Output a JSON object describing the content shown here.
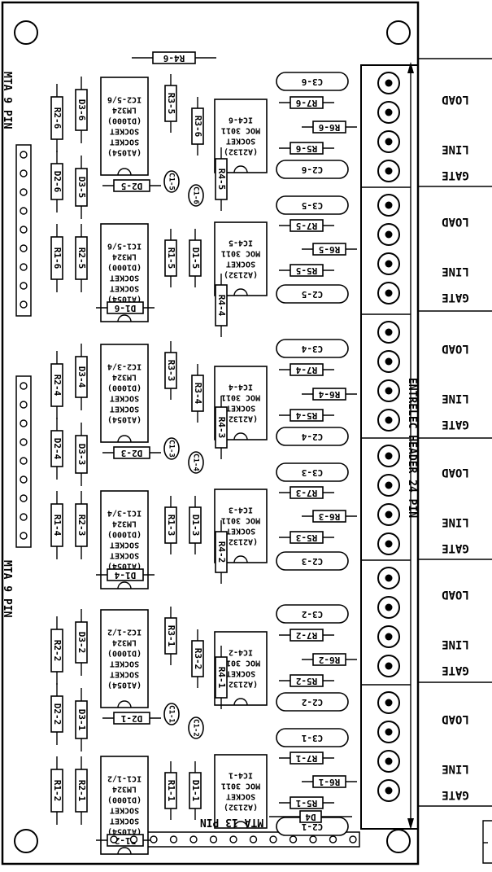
{
  "labels": {
    "mta_9_pin": "MTA 9 PIN",
    "mta_13_pin": "MTA 13 PIN",
    "entrelec": "ENTRELEC HEADER 24 PIN",
    "load": "LOAD",
    "line": "LINE",
    "gate": "GATE",
    "r4_6": "R4-6",
    "d4": "D4",
    "r4_5": "R4-5",
    "r4_4": "R4-4",
    "r4_3": "R4-3",
    "r4_2": "R4-2",
    "r4_1": "R4-1"
  },
  "ic_text": {
    "lm324": "LM324",
    "d1000": "(D1000)",
    "socket": "SOCKET",
    "a1054": "(A1054)",
    "moc3011": "MOC 3011",
    "a2132": "(A2132)"
  },
  "stages": [
    {
      "r2": "R2-6",
      "d3a": "D3-6",
      "d2": "D2-6",
      "d3b": "D3-5",
      "r1": "R1-6",
      "r2b": "R2-5",
      "ic2": "IC2-5/6",
      "ic1": "IC1-5/6",
      "r3a": "R3-5",
      "r3b": "R3-6",
      "ds": "D2-5",
      "c1a": "C1-5",
      "c1b": "C1-6",
      "r1b": "R1-5",
      "d1": "D1-5",
      "d1h": "D1-6",
      "ic4a": "IC4-6",
      "ic4b": "IC4-5",
      "c3a": "C3-6",
      "r7a": "R7-6",
      "r6a": "R6-6",
      "r5a": "R5-6",
      "c2a": "C2-6",
      "c3b": "C3-5",
      "r7b": "R7-5",
      "r6b": "R6-5",
      "r5b": "R5-5",
      "c2b": "C2-5"
    },
    {
      "r2": "R2-4",
      "d3a": "D3-4",
      "d2": "D2-4",
      "d3b": "D3-3",
      "r1": "R1-4",
      "r2b": "R2-3",
      "ic2": "IC2-3/4",
      "ic1": "IC1-3/4",
      "r3a": "R3-3",
      "r3b": "R3-4",
      "ds": "D2-3",
      "c1a": "C1-3",
      "c1b": "C1-4",
      "r1b": "R1-3",
      "d1": "D1-3",
      "d1h": "D1-4",
      "ic4a": "IC4-4",
      "ic4b": "IC4-3",
      "c3a": "C3-4",
      "r7a": "R7-4",
      "r6a": "R6-4",
      "r5a": "R5-4",
      "c2a": "C2-4",
      "c3b": "C3-3",
      "r7b": "R7-3",
      "r6b": "R6-3",
      "r5b": "R5-3",
      "c2b": "C2-3"
    },
    {
      "r2": "R2-2",
      "d3a": "D3-2",
      "d2": "D2-2",
      "d3b": "D3-1",
      "r1": "R1-2",
      "r2b": "R2-1",
      "ic2": "IC2-1/2",
      "ic1": "IC1-1/2",
      "r3a": "R3-1",
      "r3b": "R3-2",
      "ds": "D2-1",
      "c1a": "C1-1",
      "c1b": "C1-2",
      "r1b": "R1-1",
      "d1": "D1-1",
      "d1h": "D1-2",
      "ic4a": "IC4-2",
      "ic4b": "IC4-1",
      "c3a": "C3-2",
      "r7a": "R7-2",
      "r6a": "R6-2",
      "r5a": "R5-2",
      "c2a": "C2-2",
      "c3b": "C3-1",
      "r7b": "R7-1",
      "r6b": "R6-1",
      "r5b": "R5-1",
      "c2b": "C2-1"
    }
  ]
}
